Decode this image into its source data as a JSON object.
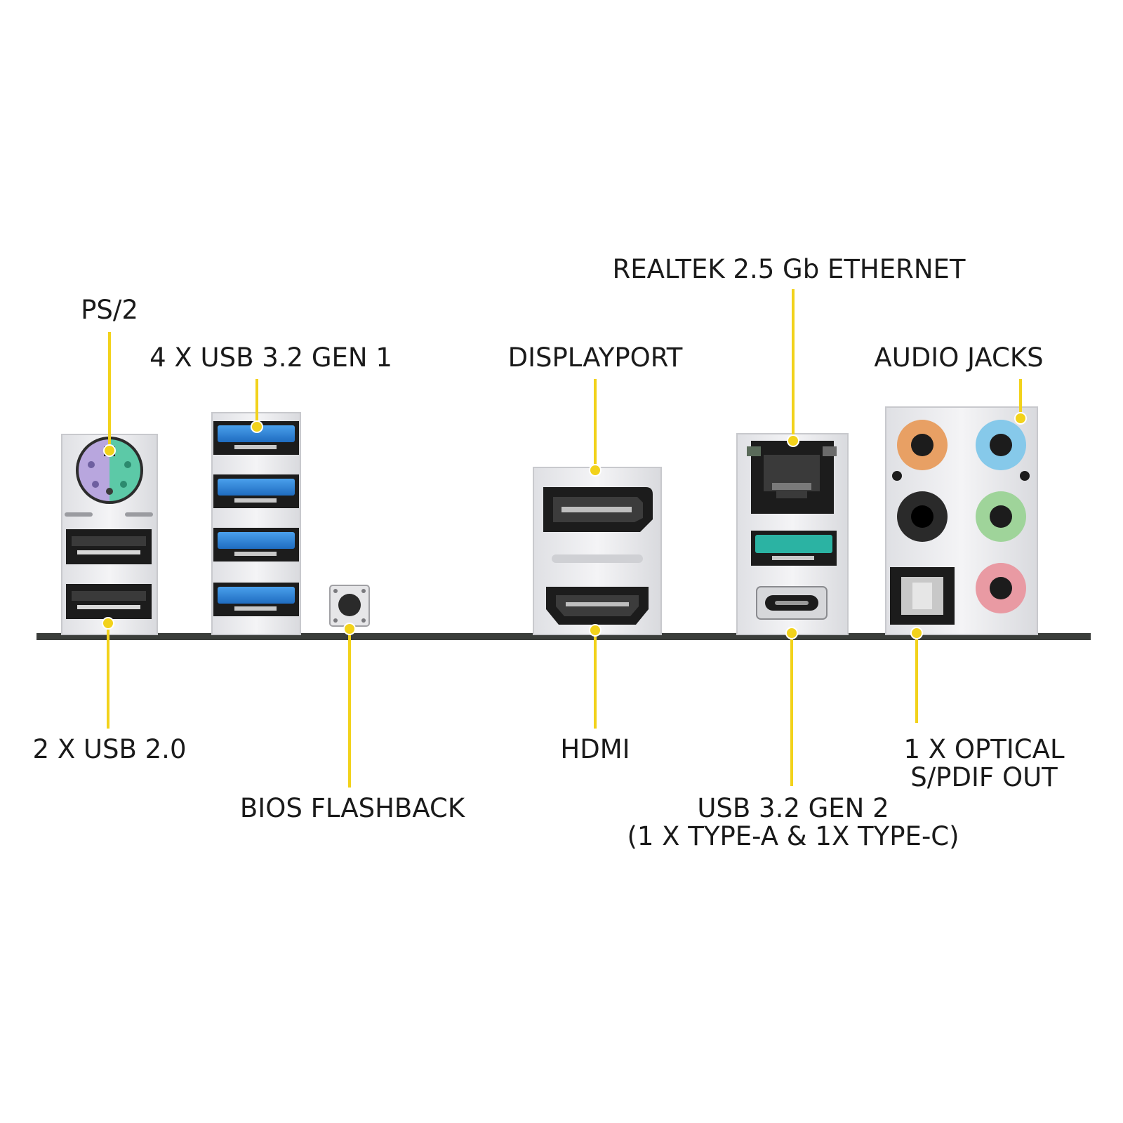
{
  "labels": {
    "ps2": "PS/2",
    "usb32_gen1": "4 X USB 3.2 GEN 1",
    "displayport": "DISPLAYPORT",
    "ethernet": "REALTEK 2.5 Gb ETHERNET",
    "audio_jacks": "AUDIO JACKS",
    "usb20": "2 X USB 2.0",
    "bios_flashback": "BIOS FLASHBACK",
    "hdmi": "HDMI",
    "usb32_gen2_line1": "USB 3.2 GEN 2",
    "usb32_gen2_line2": "(1 X TYPE-A & 1X TYPE-C)",
    "optical_line1": "1 X OPTICAL",
    "optical_line2": "S/PDIF OUT"
  },
  "colors": {
    "callout": "#f2d21b",
    "usb3_blue": "#2f84d8",
    "usb_gen2_teal": "#2bb3a3",
    "jack_orange": "#e8a064",
    "jack_blue": "#86c9ea",
    "jack_black": "#2a2a2a",
    "jack_green": "#9fd49a",
    "jack_pink": "#e99aa3",
    "ps2_purple": "#b8a6de",
    "ps2_green": "#5cc9a7"
  }
}
